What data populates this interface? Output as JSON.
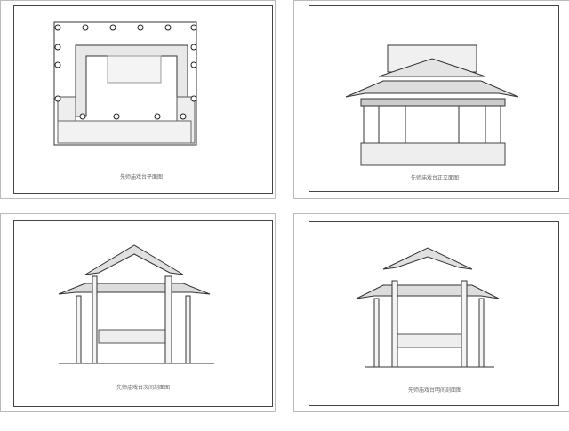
{
  "drawings": [
    {
      "caption": "先师庙戏台平面图"
    },
    {
      "caption": "先师庙戏台正立面图"
    },
    {
      "caption": "先师庙戏台次间剖面图"
    },
    {
      "caption": "先师庙戏台明间剖面图"
    }
  ]
}
